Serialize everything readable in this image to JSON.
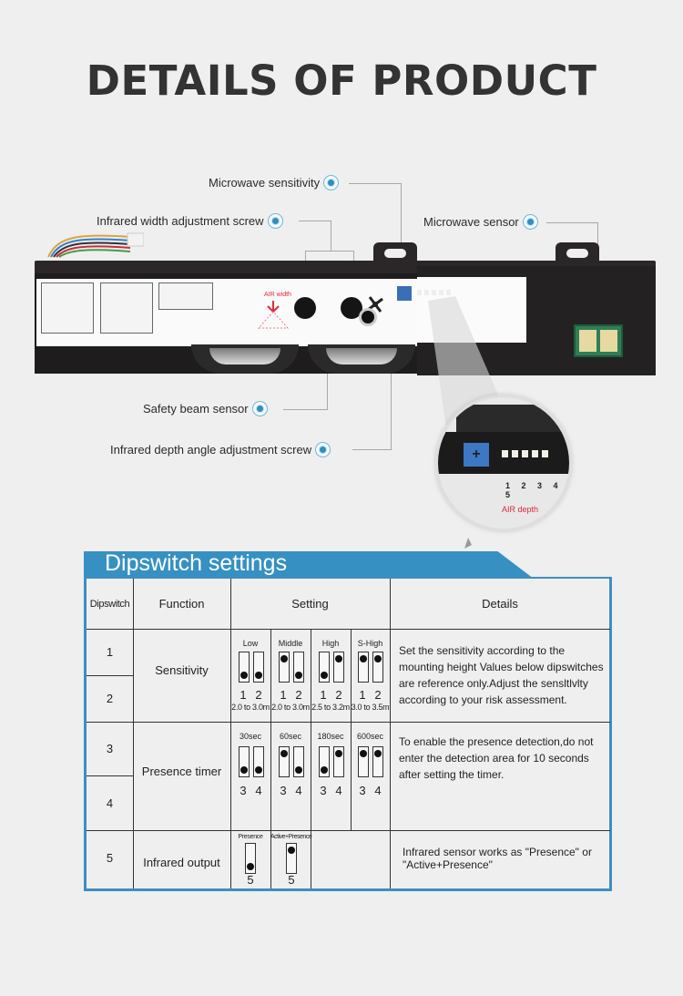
{
  "title": "DETAILS OF PRODUCT",
  "callouts": {
    "microwave_sensitivity": "Microwave sensitivity",
    "infrared_width": "Infrared width adjustment screw",
    "microwave_sensor": "Microwave sensor",
    "safety_beam": "Safety beam sensor",
    "infrared_depth": "Infrared depth angle adjustment screw"
  },
  "zoom_detail": {
    "dip_numbers": "1 2 3 4 5",
    "air_depth": "AIR depth"
  },
  "device_labels": {
    "air_width": "AIR width"
  },
  "table": {
    "heading": "Dipswitch settings",
    "columns": [
      "Dipswitch",
      "Function",
      "Setting",
      "Details"
    ],
    "accent_color": "#3690c1",
    "rows": {
      "sensitivity": {
        "switches": [
          "1",
          "2"
        ],
        "function": "Sensitivity",
        "options": [
          {
            "label": "Low",
            "sw1": "down",
            "sw2": "down",
            "range": "2.0 to 3.0m"
          },
          {
            "label": "Middle",
            "sw1": "up",
            "sw2": "down",
            "range": "2.0 to 3.0m"
          },
          {
            "label": "High",
            "sw1": "down",
            "sw2": "up",
            "range": "2.5 to 3.2m"
          },
          {
            "label": "S-High",
            "sw1": "up",
            "sw2": "up",
            "range": "3.0 to 3.5m"
          }
        ],
        "pin_a": "1",
        "pin_b": "2",
        "details": "Set the sensitivity according to the mounting height Values below dipswitches are reference only.Adjust the sensltlvlty according to your risk assessment."
      },
      "presence": {
        "switches": [
          "3",
          "4"
        ],
        "function": "Presence timer",
        "options": [
          {
            "label": "30sec",
            "sw3": "down",
            "sw4": "down"
          },
          {
            "label": "60sec",
            "sw3": "up",
            "sw4": "down"
          },
          {
            "label": "180sec",
            "sw3": "down",
            "sw4": "up"
          },
          {
            "label": "600sec",
            "sw3": "up",
            "sw4": "up"
          }
        ],
        "pin_a": "3",
        "pin_b": "4",
        "details": "To enable the presence detection,do not enter the detection area for 10 seconds after setting the timer."
      },
      "infrared": {
        "switch": "5",
        "function": "Infrared output",
        "options": [
          {
            "label": "Presence",
            "sw5": "down"
          },
          {
            "label": "Active+Presence",
            "sw5": "up"
          }
        ],
        "pin": "5",
        "details": "Infrared sensor works as \"Presence\" or \"Active+Presence\""
      }
    }
  }
}
